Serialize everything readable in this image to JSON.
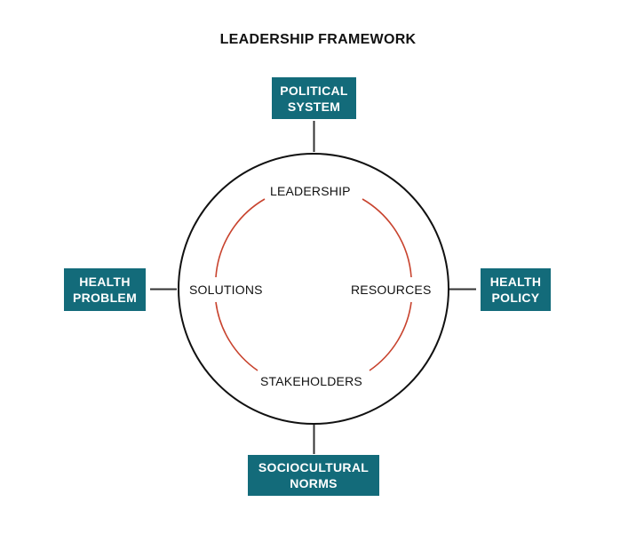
{
  "title": "LEADERSHIP FRAMEWORK",
  "outer_boxes": {
    "top": [
      "POLITICAL",
      "SYSTEM"
    ],
    "left": [
      "HEALTH",
      "PROBLEM"
    ],
    "right": [
      "HEALTH",
      "POLICY"
    ],
    "bottom": [
      "SOCIOCULTURAL",
      "NORMS"
    ]
  },
  "inner_nodes": {
    "top": "LEADERSHIP",
    "left": "SOLUTIONS",
    "right": "RESOURCES",
    "bottom": "STAKEHOLDERS"
  },
  "colors": {
    "box_fill": "#136b7a",
    "box_text": "#ffffff",
    "circle_stroke": "#111111",
    "inner_arc": "#c8432e",
    "connector": "#333333"
  }
}
